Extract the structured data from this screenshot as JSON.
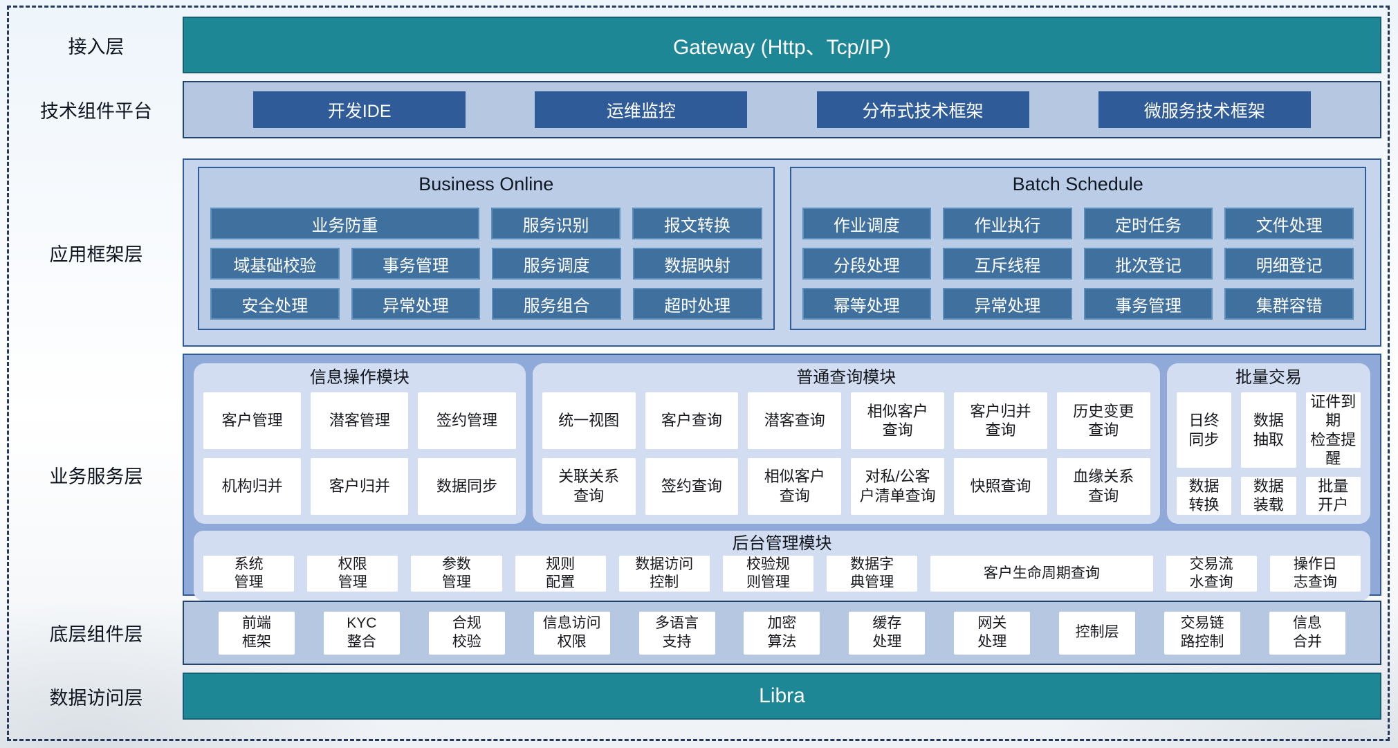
{
  "colors": {
    "teal_bar": "#1E8796",
    "dark_blue_button": "#2F5C98",
    "blue_tile": "#40709D",
    "light_blue_container": "#B6C8E1",
    "framework_container": "#C6D5EB",
    "service_container": "#8FA9D8",
    "module_panel": "#D2DDF1",
    "border_navy": "#24436B"
  },
  "access_layer": {
    "label": "接入层",
    "gateway_label": "Gateway (Http、Tcp/IP)"
  },
  "tech_platform": {
    "label": "技术组件平台",
    "items": [
      "开发IDE",
      "运维监控",
      "分布式技术框架",
      "微服务技术框架"
    ]
  },
  "app_framework": {
    "label": "应用框架层",
    "business_online": {
      "title": "Business Online",
      "row1": [
        "业务防重",
        "服务识别",
        "报文转换"
      ],
      "row2": [
        "域基础校验",
        "事务管理",
        "服务调度",
        "数据映射"
      ],
      "row3": [
        "安全处理",
        "异常处理",
        "服务组合",
        "超时处理"
      ]
    },
    "batch_schedule": {
      "title": "Batch Schedule",
      "row1": [
        "作业调度",
        "作业执行",
        "定时任务",
        "文件处理"
      ],
      "row2": [
        "分段处理",
        "互斥线程",
        "批次登记",
        "明细登记"
      ],
      "row3": [
        "幂等处理",
        "异常处理",
        "事务管理",
        "集群容错"
      ]
    }
  },
  "business_service": {
    "label": "业务服务层",
    "info_module": {
      "title": "信息操作模块",
      "row1": [
        "客户管理",
        "潜客管理",
        "签约管理"
      ],
      "row2": [
        "机构归并",
        "客户归并",
        "数据同步"
      ]
    },
    "query_module": {
      "title": "普通查询模块",
      "row1": [
        "统一视图",
        "客户查询",
        "潜客查询",
        "相似客户\n查询",
        "客户归并\n查询",
        "历史变更\n查询"
      ],
      "row2": [
        "关联关系\n查询",
        "签约查询",
        "相似客户\n查询",
        "对私/公客\n户清单查询",
        "快照查询",
        "血缘关系\n查询"
      ]
    },
    "batch_module": {
      "title": "批量交易",
      "row1": [
        "日终\n同步",
        "数据\n抽取",
        "证件到期\n检查提醒"
      ],
      "row2": [
        "数据\n转换",
        "数据\n装载",
        "批量\n开户"
      ]
    },
    "admin_module": {
      "title": "后台管理模块",
      "items": [
        "系统\n管理",
        "权限\n管理",
        "参数\n管理",
        "规则\n配置",
        "数据访问\n控制",
        "校验规\n则管理",
        "数据字\n典管理",
        "客户生命周期查询",
        "交易流\n水查询",
        "操作日\n志查询"
      ]
    }
  },
  "base_components": {
    "label": "底层组件层",
    "items": [
      "前端\n框架",
      "KYC\n整合",
      "合规\n校验",
      "信息访问\n权限",
      "多语言\n支持",
      "加密\n算法",
      "缓存\n处理",
      "网关\n处理",
      "控制层",
      "交易链\n路控制",
      "信息\n合并"
    ]
  },
  "data_access_layer": {
    "label": "数据访问层",
    "bar_label": "Libra"
  }
}
